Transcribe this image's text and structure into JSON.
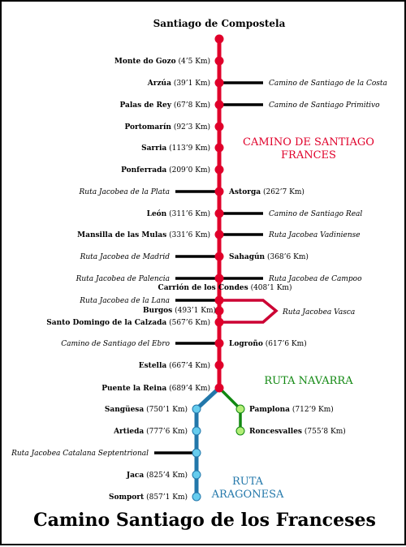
{
  "title": "Santiago de Compostela",
  "bottom_title": "Camino Santiago de los Franceses",
  "route_labels": {
    "frances_line1": "CAMINO DE SANTIAGO",
    "frances_line2": "FRANCES",
    "navarra": "RUTA NAVARRA",
    "aragonesa_line1": "RUTA",
    "aragonesa_line2": "ARAGONESA"
  },
  "colors": {
    "frances": "#e0002a",
    "navarra": "#118811",
    "navarra_stop": "#b3ee77",
    "aragonesa": "#2277aa",
    "aragonesa_stop": "#66ccee",
    "connector": "#000000",
    "vasca": "#cc0033"
  },
  "stops": [
    {
      "name": "Monte do Gozo",
      "dist": "(4’5 Km)"
    },
    {
      "name": "Arzúa",
      "dist": "(39’1 Km)"
    },
    {
      "name": "Palas de Rey",
      "dist": "(67’8 Km)"
    },
    {
      "name": "Portomarín",
      "dist": "(92’3 Km)"
    },
    {
      "name": "Sarria",
      "dist": "(113’9 Km)"
    },
    {
      "name": "Ponferrada",
      "dist": "(209’0 Km)"
    },
    {
      "name": "Astorga",
      "dist": "(262’7 Km)"
    },
    {
      "name": "León",
      "dist": "(311’6 Km)"
    },
    {
      "name": "Mansilla de las Mulas",
      "dist": "(331’6 Km)"
    },
    {
      "name": "Sahagún",
      "dist": "(368’6 Km)"
    },
    {
      "name": "Carrión de los Condes",
      "dist": "(408’1 Km)"
    },
    {
      "name": "Burgos",
      "dist": "(493’1 Km)"
    },
    {
      "name": "Santo Domingo de la Calzada",
      "dist": "(567’6 Km)"
    },
    {
      "name": "Logroño",
      "dist": "(617’6 Km)"
    },
    {
      "name": "Estella",
      "dist": "(667’4 Km)"
    },
    {
      "name": "Puente la Reina",
      "dist": "(689’4 Km)"
    },
    {
      "name": "Pamplona",
      "dist": "(712’9 Km)"
    },
    {
      "name": "Roncesvalles",
      "dist": "(755’8 Km)"
    },
    {
      "name": "Sangüesa",
      "dist": "(750’1 Km)"
    },
    {
      "name": "Artieda",
      "dist": "(777’6 Km)"
    },
    {
      "name": "Jaca",
      "dist": "(825’4 Km)"
    },
    {
      "name": "Somport",
      "dist": "(857’1 Km)"
    }
  ],
  "connections": [
    "Camino de Santiago de la Costa",
    "Camino de Santiago Primitivo",
    "Ruta Jacobea de la Plata",
    "Camino de Santiago Real",
    "Ruta Jacobea Vadiniense",
    "Ruta Jacobea de Madrid",
    "Ruta Jacobea de Palencia",
    "Ruta Jacobea de Campoo",
    "Ruta Jacobea de la Lana",
    "Ruta Jacobea Vasca",
    "Camino de Santiago del Ebro",
    "Ruta Jacobea Catalana Septentrional"
  ]
}
